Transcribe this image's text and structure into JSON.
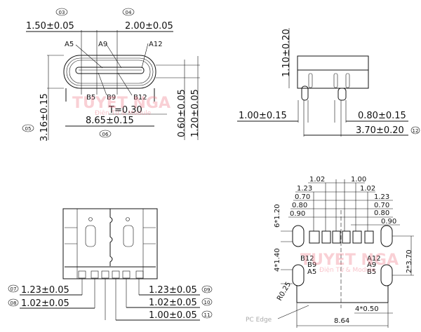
{
  "top_left": {
    "callouts": {
      "c03": "03",
      "c04": "04",
      "c05": "05",
      "c06": "06"
    },
    "dims": {
      "d150": "1.50±0.05",
      "d200": "2.00±0.05",
      "d865": "8.65±0.15",
      "d316": "3.16±0.15",
      "t030": "T=0.30",
      "d060": "0.60±0.05",
      "d120": "1.20±0.05"
    },
    "pins": {
      "a5": "A5",
      "a9": "A9",
      "a12": "A12",
      "b5": "B5",
      "b9": "B9",
      "b12": "B12"
    }
  },
  "top_right": {
    "dims": {
      "d110": "1.10±0.20",
      "d100": "1.00±0.15",
      "d080": "0.80±0.15",
      "d370": "3.70±0.20"
    },
    "callouts": {
      "c12": "12"
    }
  },
  "bottom_left": {
    "rows": [
      {
        "callout": "07",
        "value": "1.23±0.05"
      },
      {
        "callout": "08",
        "value": "1.02±0.05"
      }
    ],
    "rows_right": [
      {
        "callout": "09",
        "value": "1.23±0.05"
      },
      {
        "callout": "10",
        "value": "1.02±0.05"
      },
      {
        "callout": "11",
        "value": "1.00±0.05"
      }
    ]
  },
  "bottom_right": {
    "left_dims": [
      "1.02",
      "1.23",
      "0.70",
      "0.80",
      "0.90"
    ],
    "right_dims": [
      "1.00",
      "1.02",
      "1.23",
      "0.70",
      "0.80",
      "0.90"
    ],
    "d6x120": "6*1.20",
    "d4x140": "4*1.40",
    "d2x370": "2*3.70",
    "r025": "R0.25",
    "d4x050": "4*0.50",
    "d864": "8.64",
    "pc_edge": "PC  Edge",
    "pins": {
      "b12": "B12",
      "b9": "B9",
      "a5": "A5",
      "a12": "A12",
      "a9": "A9",
      "b5": "B5"
    }
  },
  "watermark": {
    "brand": "TUYET NGA",
    "tagline": "Điện Tử & Module"
  }
}
